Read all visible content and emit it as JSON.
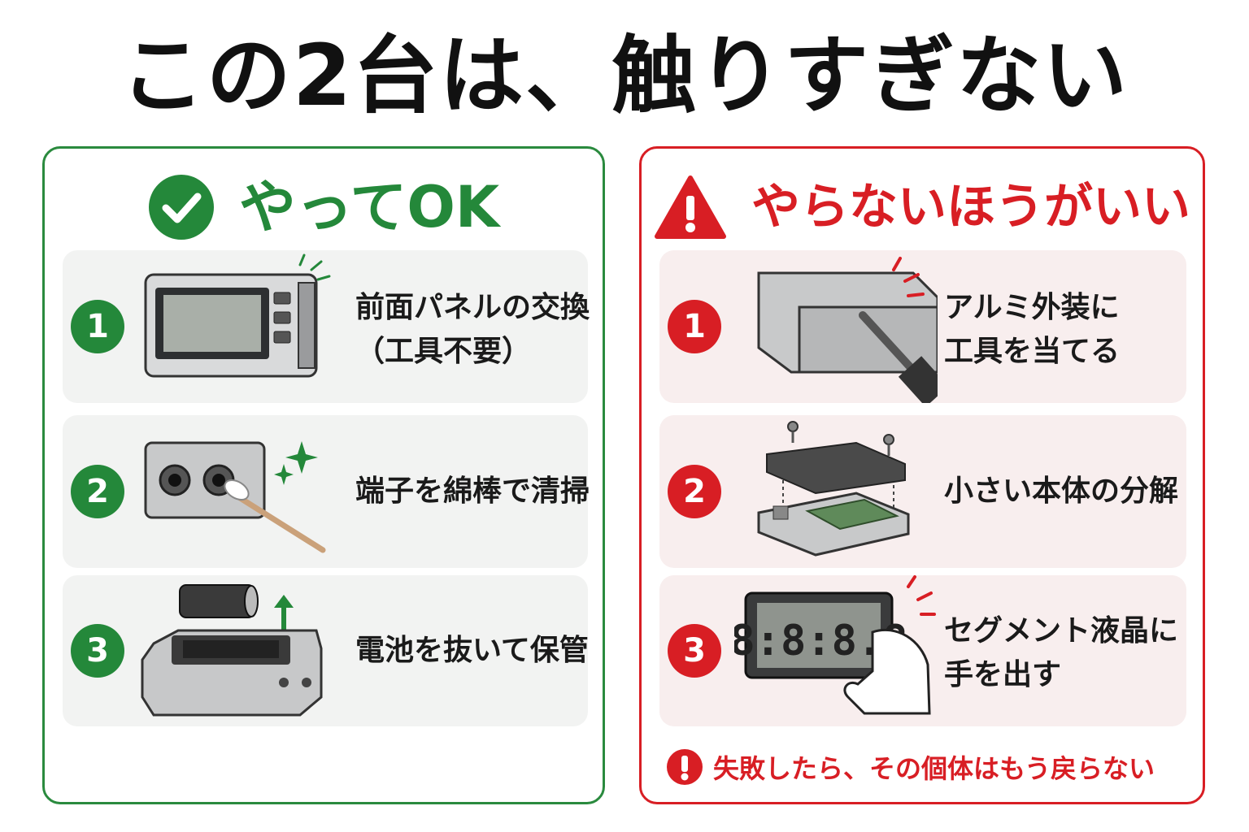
{
  "title": "この2台は、触りすぎない",
  "ok_panel": {
    "heading": "やってOK",
    "items": [
      {
        "number": "1",
        "line1": "前面パネルの交換",
        "line2": "（工具不要）"
      },
      {
        "number": "2",
        "line1": "端子を綿棒で清掃",
        "line2": ""
      },
      {
        "number": "3",
        "line1": "電池を抜いて保管",
        "line2": ""
      }
    ]
  },
  "ng_panel": {
    "heading": "やらないほうがいい",
    "items": [
      {
        "number": "1",
        "line1": "アルミ外装に",
        "line2": "工具を当てる"
      },
      {
        "number": "2",
        "line1": "小さい本体の分解",
        "line2": ""
      },
      {
        "number": "3",
        "line1": "セグメント液晶に",
        "line2": "手を出す"
      }
    ],
    "warning": "失敗したら、その個体はもう戻らない",
    "lcd_digits": "8:8:8.8"
  },
  "colors": {
    "ok_green": "#24883a",
    "ng_red": "#d81e24",
    "ok_item_bg": "#f2f3f2",
    "ng_item_bg": "#f8eeee"
  },
  "icons": {
    "ok_heading": "checkmark-circle-icon",
    "ng_heading": "warning-triangle-icon",
    "warning": "exclamation-circle-icon"
  }
}
